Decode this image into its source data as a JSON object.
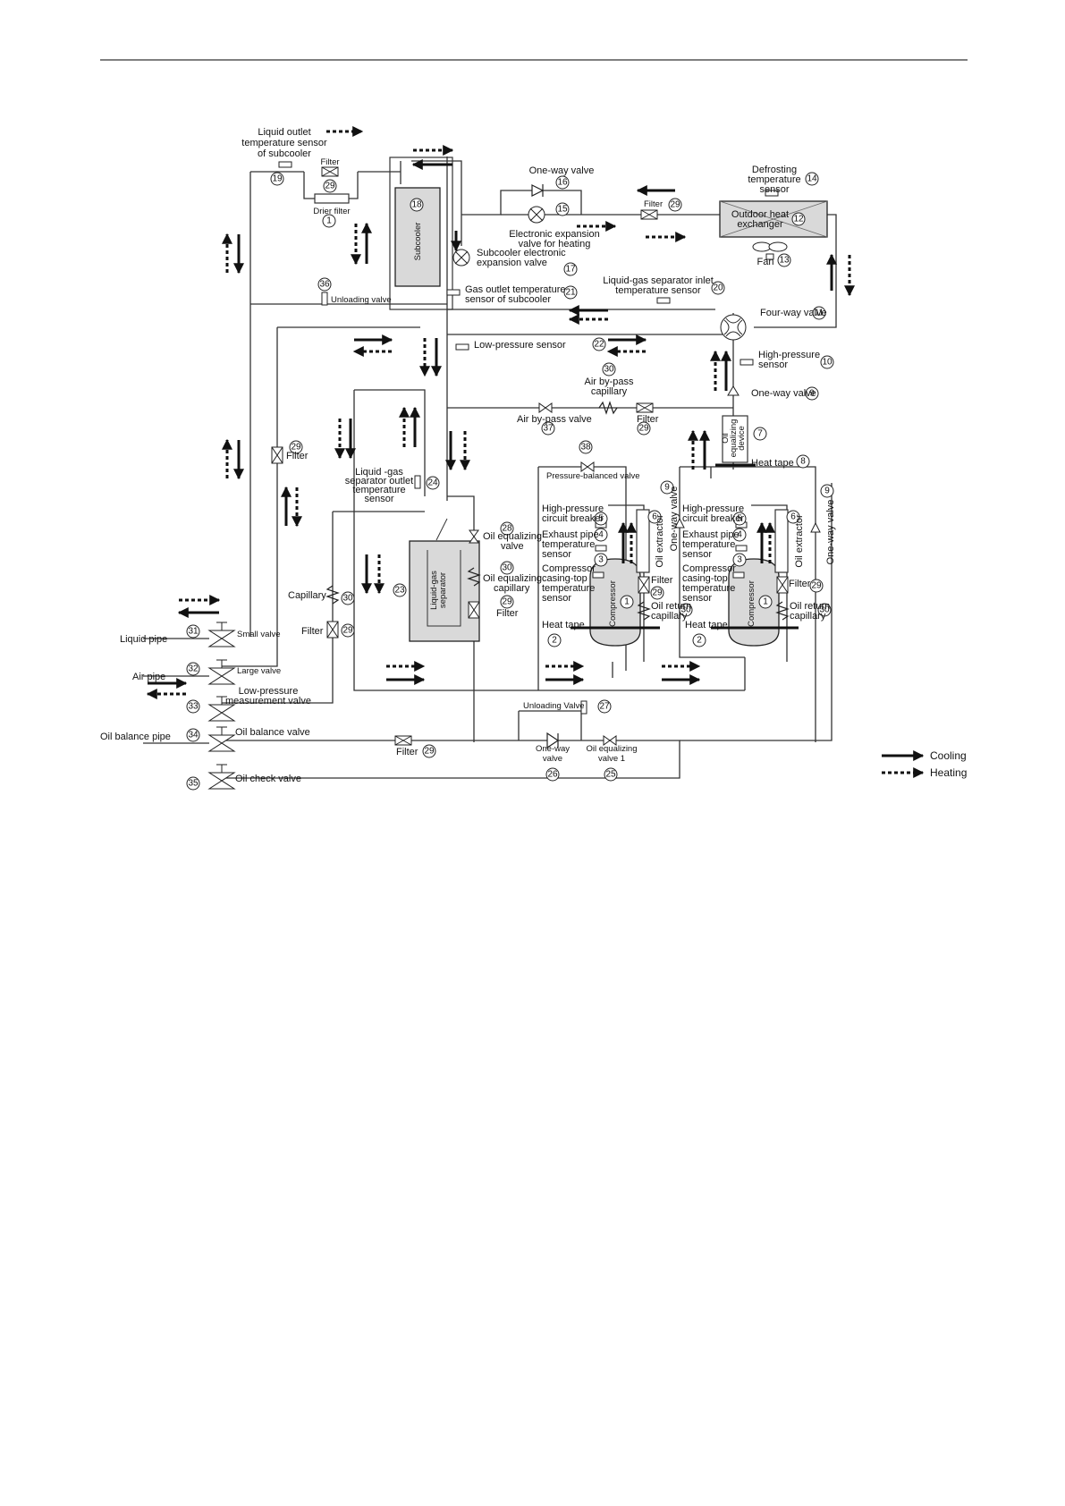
{
  "labels": {
    "liquid_outlet_sensor": [
      "Liquid outlet",
      "temperature sensor",
      "of subcooler"
    ],
    "filter": "Filter",
    "drier_filter": "Drier filter",
    "subcooler": "Subcooler",
    "one_way_valve": "One-way valve",
    "eev_heating": [
      "Electronic expansion",
      "valve for heating"
    ],
    "subcooler_eev": [
      "Subcooler electronic",
      "expansion valve"
    ],
    "defrost_sensor": [
      "Defrosting",
      "temperature",
      "sensor"
    ],
    "outdoor_hx": [
      "Outdoor heat",
      "exchanger"
    ],
    "fan": "Fan",
    "unloading_valve": "Unloading valve",
    "gas_outlet_sensor": [
      "Gas outlet temperature",
      "sensor of subcooler"
    ],
    "lgs_inlet_sensor": [
      "Liquid-gas separator inlet",
      "temperature sensor"
    ],
    "four_way_valve": "Four-way valve",
    "low_pressure_sensor": "Low-pressure sensor",
    "high_pressure_sensor": [
      "High-pressure",
      "sensor"
    ],
    "air_bypass_capillary": [
      "Air by-pass",
      "capillary"
    ],
    "air_bypass_valve": "Air by-pass valve",
    "one_way_valve_9": "One-way valve",
    "oil_equalizing_device": [
      "Oil",
      "equalizing",
      "device"
    ],
    "heat_tape": "Heat tape",
    "pressure_balanced_valve": "Pressure-balanced valve",
    "lgs_outlet_sensor": [
      "Liquid -gas",
      "separator outlet",
      "temperature",
      "sensor"
    ],
    "oil_equalizing_valve": [
      "Oil equalizing",
      "valve"
    ],
    "oil_equalizing_capillary": [
      "Oil equalizing",
      "capillary"
    ],
    "liquid_gas_separator": [
      "Liquid-gas",
      "separator"
    ],
    "high_pressure_breaker": [
      "High-pressure",
      "circuit breaker"
    ],
    "exhaust_pipe_sensor": [
      "Exhaust pipe",
      "temperature",
      "sensor"
    ],
    "casing_top_sensor": [
      "Compressor",
      "casing-top",
      "temperature",
      "sensor"
    ],
    "compressor": "Compressor",
    "oil_extractor": "Oil extractor",
    "oil_return_capillary": [
      "Oil return",
      "capillary"
    ],
    "one_way_valve_vertical": "One-way valve",
    "capillary": "Capillary",
    "liquid_pipe": "Liquid pipe",
    "small_valve": "Small valve",
    "air_pipe": "Air pipe",
    "large_valve": "Large valve",
    "low_pressure_meas_valve": [
      "Low-pressure",
      "measurement valve"
    ],
    "oil_balance_pipe": "Oil balance pipe",
    "oil_balance_valve": "Oil balance valve",
    "oil_check_valve": "Oil check valve",
    "unloading_valve_cap": "Unloading Valve",
    "one_way_valve_bottom": [
      "One-way",
      "valve"
    ],
    "oil_equalizing_valve1": [
      "Oil equalizing",
      "valve 1"
    ]
  },
  "numbers": {
    "n1": "1",
    "n2": "2",
    "n3": "3",
    "n4": "4",
    "n5": "5",
    "n6": "6",
    "n7": "7",
    "n8": "8",
    "n9": "9",
    "n10": "10",
    "n11": "11",
    "n12": "12",
    "n13": "13",
    "n14": "14",
    "n15": "15",
    "n16": "16",
    "n17": "17",
    "n18": "18",
    "n19": "19",
    "n20": "20",
    "n21": "21",
    "n22": "22",
    "n23": "23",
    "n24": "24",
    "n25": "25",
    "n26": "26",
    "n27": "27",
    "n28": "28",
    "n29": "29",
    "n30": "30",
    "n31": "31",
    "n32": "32",
    "n33": "33",
    "n34": "34",
    "n35": "35",
    "n36": "36",
    "n37": "37",
    "n38": "38"
  },
  "legend": {
    "cooling": "Cooling",
    "heating": "Heating"
  }
}
